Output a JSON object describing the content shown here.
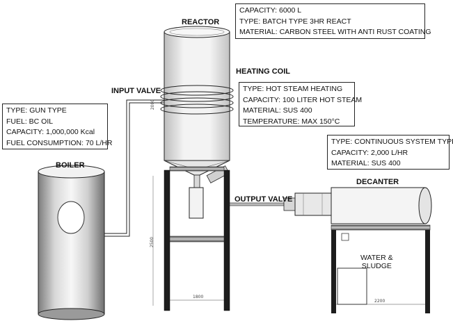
{
  "labels": {
    "reactor": "REACTOR",
    "heating_coil": "HEATING COIL",
    "input_valve": "INPUT VALVE",
    "output_valve": "OUTPUT VALVE",
    "boiler": "BOILER",
    "decanter": "DECANTER",
    "water_sludge_line1": "WATER &",
    "water_sludge_line2": "SLUDGE"
  },
  "specs": {
    "reactor": [
      "CAPACITY: 6000 L",
      "TYPE: BATCH TYPE 3HR REACT",
      "MATERIAL: CARBON STEEL WITH ANTI RUST COATING"
    ],
    "heating_coil": [
      "TYPE: HOT STEAM HEATING",
      "CAPACITY: 100 LITER HOT STEAM",
      "MATERIAL: SUS 400",
      "TEMPERATURE: MAX 150°C"
    ],
    "boiler": [
      "TYPE: GUN TYPE",
      "FUEL: BC OIL",
      "CAPACITY: 1,000,000 Kcal",
      "FUEL CONSUMPTION: 70 L/HR"
    ],
    "decanter": [
      "TYPE: CONTINUOUS SYSTEM TYPE",
      "CAPACITY: 2,000 L/HR",
      "MATERIAL: SUS 400"
    ]
  },
  "dimensions": {
    "reactor_diameter": "2000",
    "stand_height": "2500",
    "stand_width": "1800",
    "decanter_stand_width": "2200"
  },
  "colors": {
    "line": "#222222",
    "shade_dark": "#8a8a8a",
    "shade_light": "#f2f2f2"
  }
}
